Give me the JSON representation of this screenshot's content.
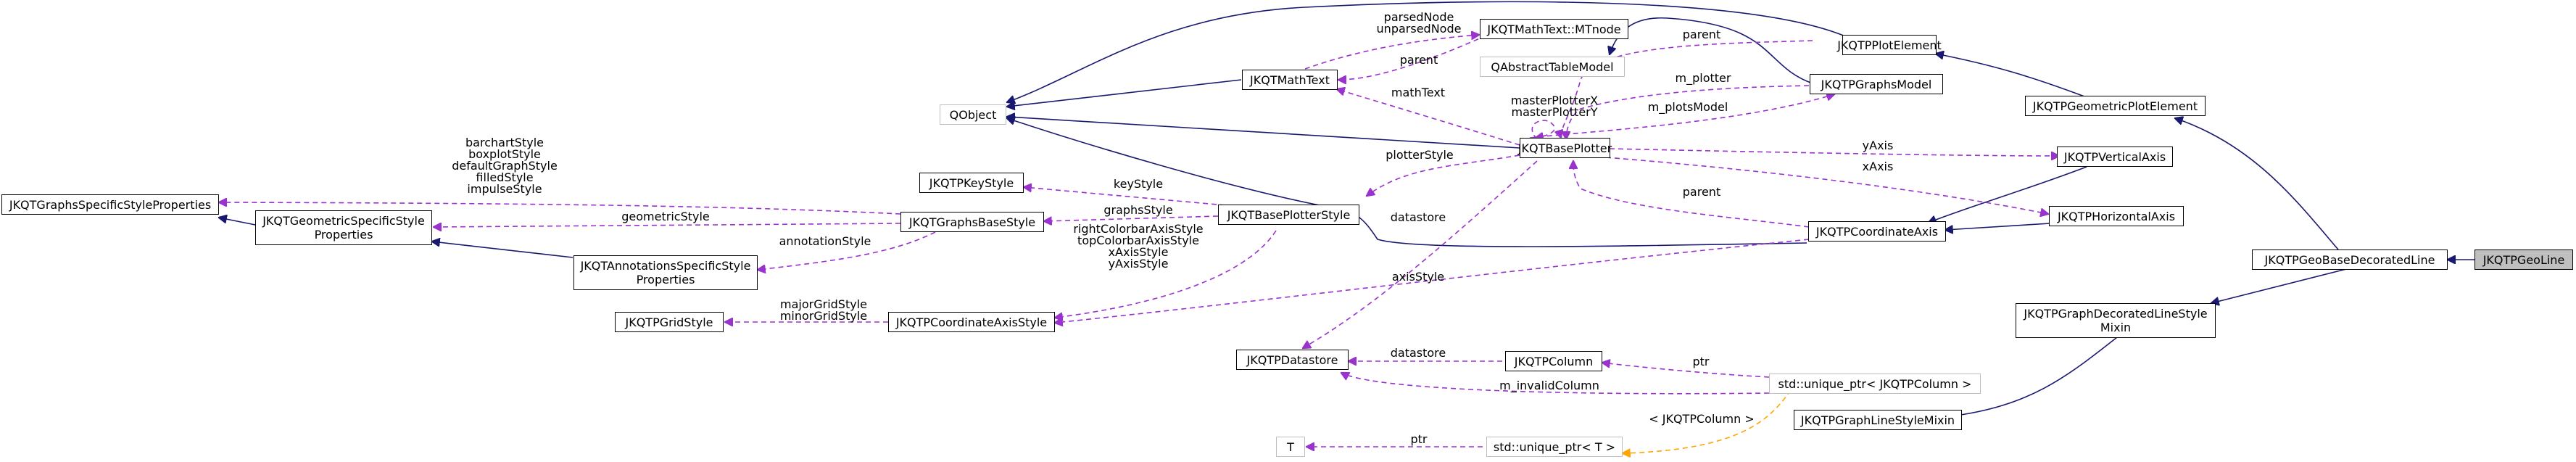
{
  "diagram": {
    "colors": {
      "inheritance": "#191970",
      "usage": "#9a32cd",
      "template": "#ffa500",
      "focus_fill": "#bfbfbf",
      "grey_border": "#bfbfbf"
    },
    "nodes": {
      "qobject": "QObject",
      "jkqtmathtext": "JKQTMathText",
      "mtnode": "JKQTMathText::MTnode",
      "qabstracttablemodel": "QAbstractTableModel",
      "plotelement": "JKQTPPlotElement",
      "graphsmodel": "JKQTPGraphsModel",
      "baseplotter": "JKQTBasePlotter",
      "geometricplotelement": "JKQTPGeometricPlotElement",
      "verticalaxis": "JKQTPVerticalAxis",
      "horizontalaxis": "JKQTPHorizontalAxis",
      "coordinateaxis": "JKQTPCoordinateAxis",
      "geobasedecoratedline": "JKQTPGeoBaseDecoratedLine",
      "geoline": "JKQTPGeoLine",
      "graphdecoratedlinestylemixin": [
        "JKQTPGraphDecoratedLineStyle",
        "Mixin"
      ],
      "graphlinestylemixin": "JKQTPGraphLineStyleMixin",
      "keystyle": "JKQTPKeyStyle",
      "baseplotterstyle": "JKQTBasePlotterStyle",
      "graphsbasestyle": "JKQTGraphsBaseStyle",
      "graphsspecificstyleproperties": "JKQTGraphsSpecificStyleProperties",
      "geometricspecificstyleproperties": [
        "JKQTGeometricSpecificStyle",
        "Properties"
      ],
      "annotationsspecificstyleproperties": [
        "JKQTAnnotationsSpecificStyle",
        "Properties"
      ],
      "gridstyle": "JKQTPGridStyle",
      "coordinateaxisstyle": "JKQTPCoordinateAxisStyle",
      "datastore": "JKQTPDatastore",
      "column": "JKQTPColumn",
      "uniqueptr_column": "std::unique_ptr< JKQTPColumn >",
      "uniqueptr_t": "std::unique_ptr< T >",
      "t": "T"
    },
    "edge_labels": {
      "parsednode": [
        "parsedNode",
        "unparsedNode"
      ],
      "parent_mtnode": "parent",
      "parent_plotelement": "parent",
      "m_plotter": "m_plotter",
      "masterplotter": [
        "masterPlotterX",
        "masterPlotterY"
      ],
      "m_plotsmodel": "m_plotsModel",
      "mathtext": "mathText",
      "plotterstyle": "plotterStyle",
      "yaxis": "yAxis",
      "xaxis": "xAxis",
      "parent_coordinateaxis": "parent",
      "datastore_plotter": "datastore",
      "keystyle": "keyStyle",
      "graphsstyle": "graphsStyle",
      "specificstyles": [
        "barchartStyle",
        "boxplotStyle",
        "defaultGraphStyle",
        "filledStyle",
        "impulseStyle"
      ],
      "geometricstyle": "geometricStyle",
      "annotationstyle": "annotationStyle",
      "axisstyles": [
        "rightColorbarAxisStyle",
        "topColorbarAxisStyle",
        "xAxisStyle",
        "yAxisStyle"
      ],
      "axisstyle": "axisStyle",
      "gridstyles": [
        "majorGridStyle",
        "minorGridStyle"
      ],
      "datastore_column": "datastore",
      "m_invalidcolumn": "m_invalidColumn",
      "ptr_column": "ptr",
      "template_column": "< JKQTPColumn >",
      "ptr_t": "ptr"
    }
  }
}
